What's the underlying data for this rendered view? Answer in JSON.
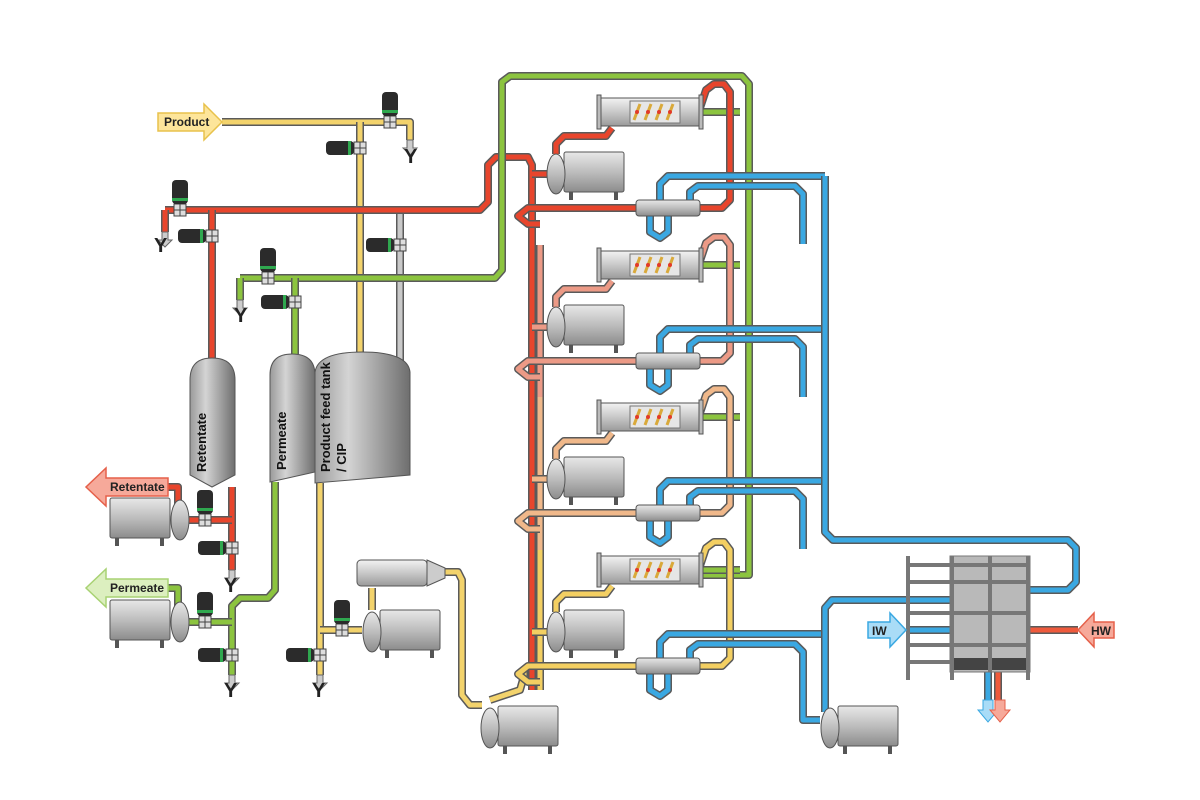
{
  "diagram": {
    "inputs": {
      "product": "Product"
    },
    "outputs": {
      "retentate": "Retentate",
      "permeate": "Permeate"
    },
    "tanks": {
      "retentate": "Retentate",
      "permeate": "Permeate",
      "feed_line1": "Product feed tank",
      "feed_line2": "/ CIP"
    },
    "heat_exchanger": {
      "inlet": "IW",
      "hot_inlet": "HW"
    },
    "drain_symbol": "Y",
    "colors": {
      "retentate": "#e8452c",
      "permeate": "#8cc43f",
      "product": "#f3d36c",
      "cip": "#c9c9c9",
      "cooling_water": "#3aa8e2",
      "hot_water": "#ef5a3c",
      "stage1": "#e8452c",
      "stage2": "#ec9a86",
      "stage3": "#f0b88a",
      "stage4": "#f3cf62"
    }
  }
}
